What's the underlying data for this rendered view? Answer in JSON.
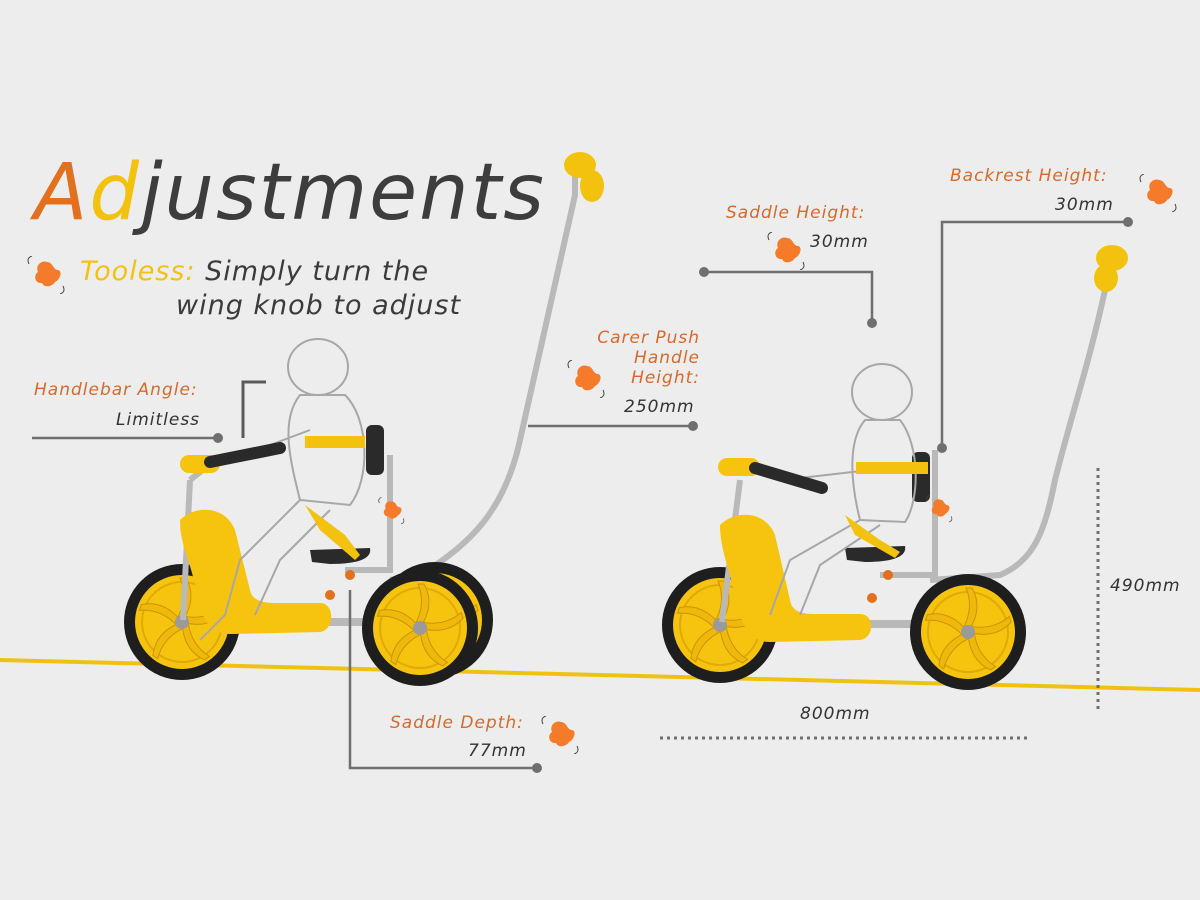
{
  "title": {
    "first": "A",
    "second": "d",
    "rest": "justments"
  },
  "subtitle": {
    "highlight": "Tooless:",
    "line1": "Simply turn the",
    "line2": "wing knob to adjust"
  },
  "adjustments": {
    "handlebar_angle": {
      "label": "Handlebar Angle:",
      "value": "Limitless"
    },
    "saddle_depth": {
      "label": "Saddle Depth:",
      "value": "77mm"
    },
    "carer_push_handle": {
      "label_line1": "Carer Push",
      "label_line2": "Handle",
      "label_line3": "Height:",
      "value": "250mm"
    },
    "saddle_height": {
      "label": "Saddle Height:",
      "value": "30mm"
    },
    "backrest_height": {
      "label": "Backrest Height:",
      "value": "30mm"
    }
  },
  "dimensions": {
    "height": "490mm",
    "length": "800mm"
  },
  "colors": {
    "accent_orange": "#e2701c",
    "accent_yellow": "#f3c20f",
    "knob_orange": "#f57a2a",
    "frame": "#b9b9b9",
    "background": "#ededed"
  },
  "icons": [
    "wing-knob-icon",
    "allen-key-icon"
  ]
}
